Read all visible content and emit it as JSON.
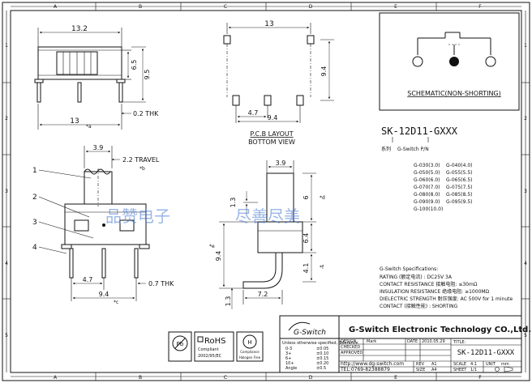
{
  "border": {
    "cols": [
      "A",
      "B",
      "C",
      "D",
      "E",
      "F"
    ],
    "rows": [
      "1",
      "2",
      "3",
      "4",
      "5"
    ]
  },
  "side_view": {
    "dims": {
      "length": "13.2",
      "height": "6.5",
      "total_height": "9.5",
      "pin_span": "13",
      "plate_thk": "0.2 THK"
    },
    "marks": {
      "a": "*a"
    }
  },
  "pcb_layout": {
    "dims": {
      "width": "13",
      "height": "9.4",
      "pitch": "4.7",
      "span": "9.4"
    },
    "title_1": "P.C.B LAYOUT",
    "title_2": "BOTTOM VIEW"
  },
  "front_view": {
    "dims": {
      "lever_width": "3.9",
      "travel": "2.2 TRAVEL",
      "pitch": "4.7",
      "span": "9.4",
      "pin_thk": "0.7 THK"
    },
    "marks": {
      "b": "*b",
      "c": "*c"
    },
    "callouts": [
      "1",
      "2",
      "3",
      "4"
    ]
  },
  "right_view": {
    "dims": {
      "top_width": "3.9",
      "lever_h": "6",
      "body_h": "6.4",
      "pin_h": "4.1",
      "depth": "7.2",
      "side_depth": "9.4",
      "offset": "1.3",
      "bottom": "1.3"
    },
    "marks": {
      "d": "*d",
      "e": "*e",
      "f": "*f"
    }
  },
  "schematic": {
    "label": "SCHEMATIC(NON-SHORTING)"
  },
  "part": {
    "number": "SK-12D11-GXXX",
    "sub_label": "G-Switch P/N",
    "note": "系列",
    "codes": [
      "G-030(3.0)",
      "G-040(4.0)",
      "G-050(5.0)",
      "G-055(5.5)",
      "G-060(6.0)",
      "G-065(6.5)",
      "G-070(7.0)",
      "G-075(7.5)",
      "G-080(8.0)",
      "G-085(8.5)",
      "G-090(9.0)",
      "G-095(9.5)",
      "G-100(10.0)"
    ]
  },
  "specs": {
    "heading": "G-Switch Specifications:",
    "lines": [
      "RATING (额定电流)   : DC25V 3A",
      "CONTACT RESISTANCE 接触电阻: ≤30mΩ",
      "INSULATION RESISTANCE 绝缘电阻: ≥1000MΩ",
      "DIELECTRIC STRENGTH 耐压强度: AC 500V for 1 minute",
      "CONTACT   (接触性能) : SHORTING"
    ]
  },
  "title_block": {
    "brand": "G-Switch",
    "company": "G-Switch Electronic Technology CO.,Ltd.",
    "title_label": "TITLE:",
    "title_value": "SK-12D11-GXXX",
    "tolerance_heading": "Unless otherwise specified, Tolerance",
    "tolerances": [
      [
        "0-3",
        "±0.05"
      ],
      [
        "3+",
        "±0.10"
      ],
      [
        "6+",
        "±0.15"
      ],
      [
        "10+",
        "±0.20"
      ],
      [
        "Angle",
        "±0.5"
      ]
    ],
    "design_label": "DESIGN",
    "design_value": "Mark",
    "date_label": "DATE",
    "date_value": "2010.05.29",
    "checked_label": "CHECKED",
    "approved_label": "APPROVED",
    "rev_label": "REV",
    "rev_value": "A1",
    "scale_label": "SCALE",
    "scale_value": "4:1",
    "unit_label": "UNIT",
    "unit_value": "mm",
    "size_label": "SIZE",
    "size_value": "A4",
    "sheet_label": "SHEET",
    "sheet_value": "1/1",
    "url": "http://www.dg-switch.com",
    "tel": "TEL:0769-82388879"
  },
  "badges": {
    "pb_label": "Pb",
    "rohs_title": "RoHS",
    "rohs_sub1": "Compliant",
    "rohs_sub2": "2002/95/EC",
    "hf_label": "Halogen Free",
    "compliance_label": "Compliance"
  },
  "watermark": {
    "left": "品赞电子",
    "right": "尽善尽美"
  }
}
